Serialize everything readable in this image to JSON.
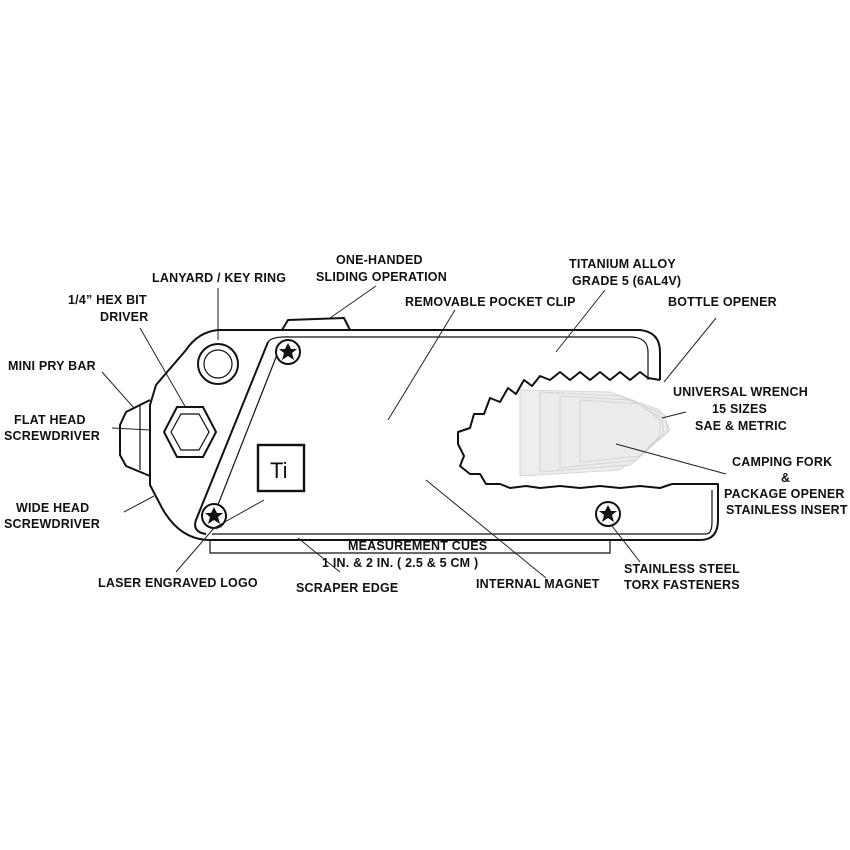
{
  "labels": {
    "one_handed": [
      "ONE-HANDED",
      "SLIDING OPERATION"
    ],
    "titanium": [
      "TITANIUM ALLOY",
      "GRADE 5 (6AL4V)"
    ],
    "lanyard": [
      "LANYARD / KEY RING"
    ],
    "hex_bit": [
      "1/4” HEX BIT",
      "DRIVER"
    ],
    "pocket_clip": [
      "REMOVABLE POCKET CLIP"
    ],
    "bottle_opener": [
      "BOTTLE OPENER"
    ],
    "mini_pry": [
      "MINI PRY BAR"
    ],
    "flat_head": [
      "FLAT HEAD",
      "SCREWDRIVER"
    ],
    "wrench": [
      "UNIVERSAL WRENCH",
      "15 SIZES",
      "SAE & METRIC"
    ],
    "camping_fork": [
      "CAMPING FORK",
      "&",
      "PACKAGE OPENER",
      "STAINLESS INSERT"
    ],
    "wide_head": [
      "WIDE HEAD",
      "SCREWDRIVER"
    ],
    "measurement": [
      "MEASUREMENT CUES",
      "1 IN. & 2 IN. ( 2.5 & 5 CM )"
    ],
    "laser_logo": [
      "LASER ENGRAVED LOGO"
    ],
    "scraper": [
      "SCRAPER EDGE"
    ],
    "magnet": [
      "INTERNAL MAGNET"
    ],
    "torx": [
      "STAINLESS STEEL",
      "TORX FASTENERS"
    ]
  },
  "logo_text": "Ti"
}
